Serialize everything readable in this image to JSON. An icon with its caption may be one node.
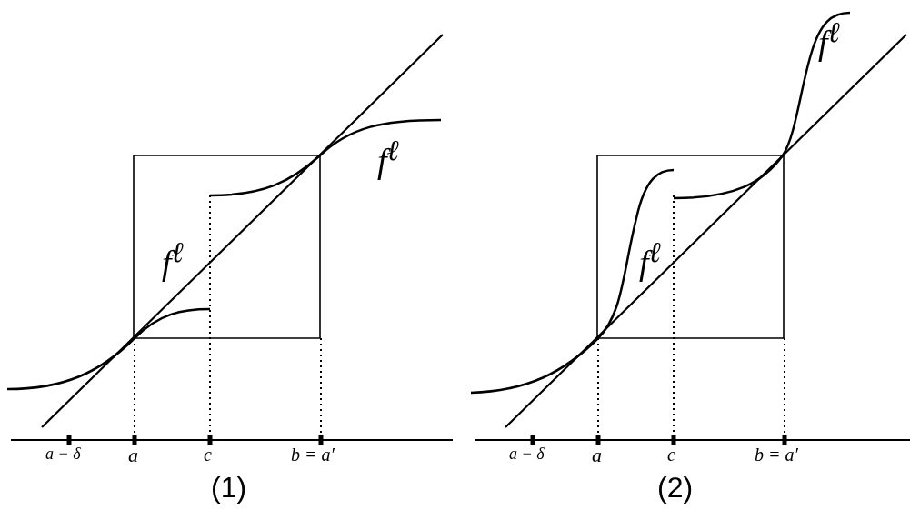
{
  "diagram": {
    "labels": [
      "f$^{ℓ}$",
      "f$^{ℓ}$",
      "a − δ",
      "a",
      "c",
      "b = a′",
      "(1)",
      "f$^{ℓ}$",
      "f$^{ℓ}$",
      "a − δ",
      "a",
      "c",
      "b = a′",
      "(2)"
    ]
  }
}
